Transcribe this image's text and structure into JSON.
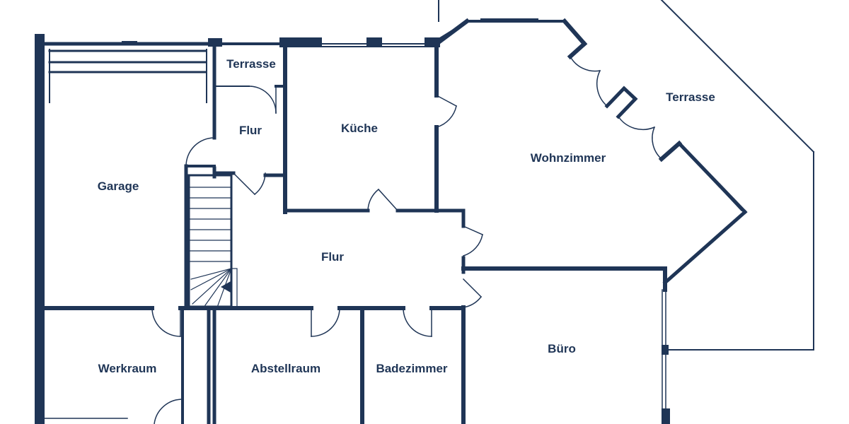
{
  "colors": {
    "wall": "#1f3556",
    "background": "#ffffff"
  },
  "rooms": {
    "terrasse_small": "Terrasse",
    "terrasse_large": "Terrasse",
    "flur_upper": "Flur",
    "kueche": "Küche",
    "wohnzimmer": "Wohnzimmer",
    "garage": "Garage",
    "flur_main": "Flur",
    "werkraum": "Werkraum",
    "abstellraum": "Abstellraum",
    "badezimmer": "Badezimmer",
    "buero": "Büro"
  }
}
